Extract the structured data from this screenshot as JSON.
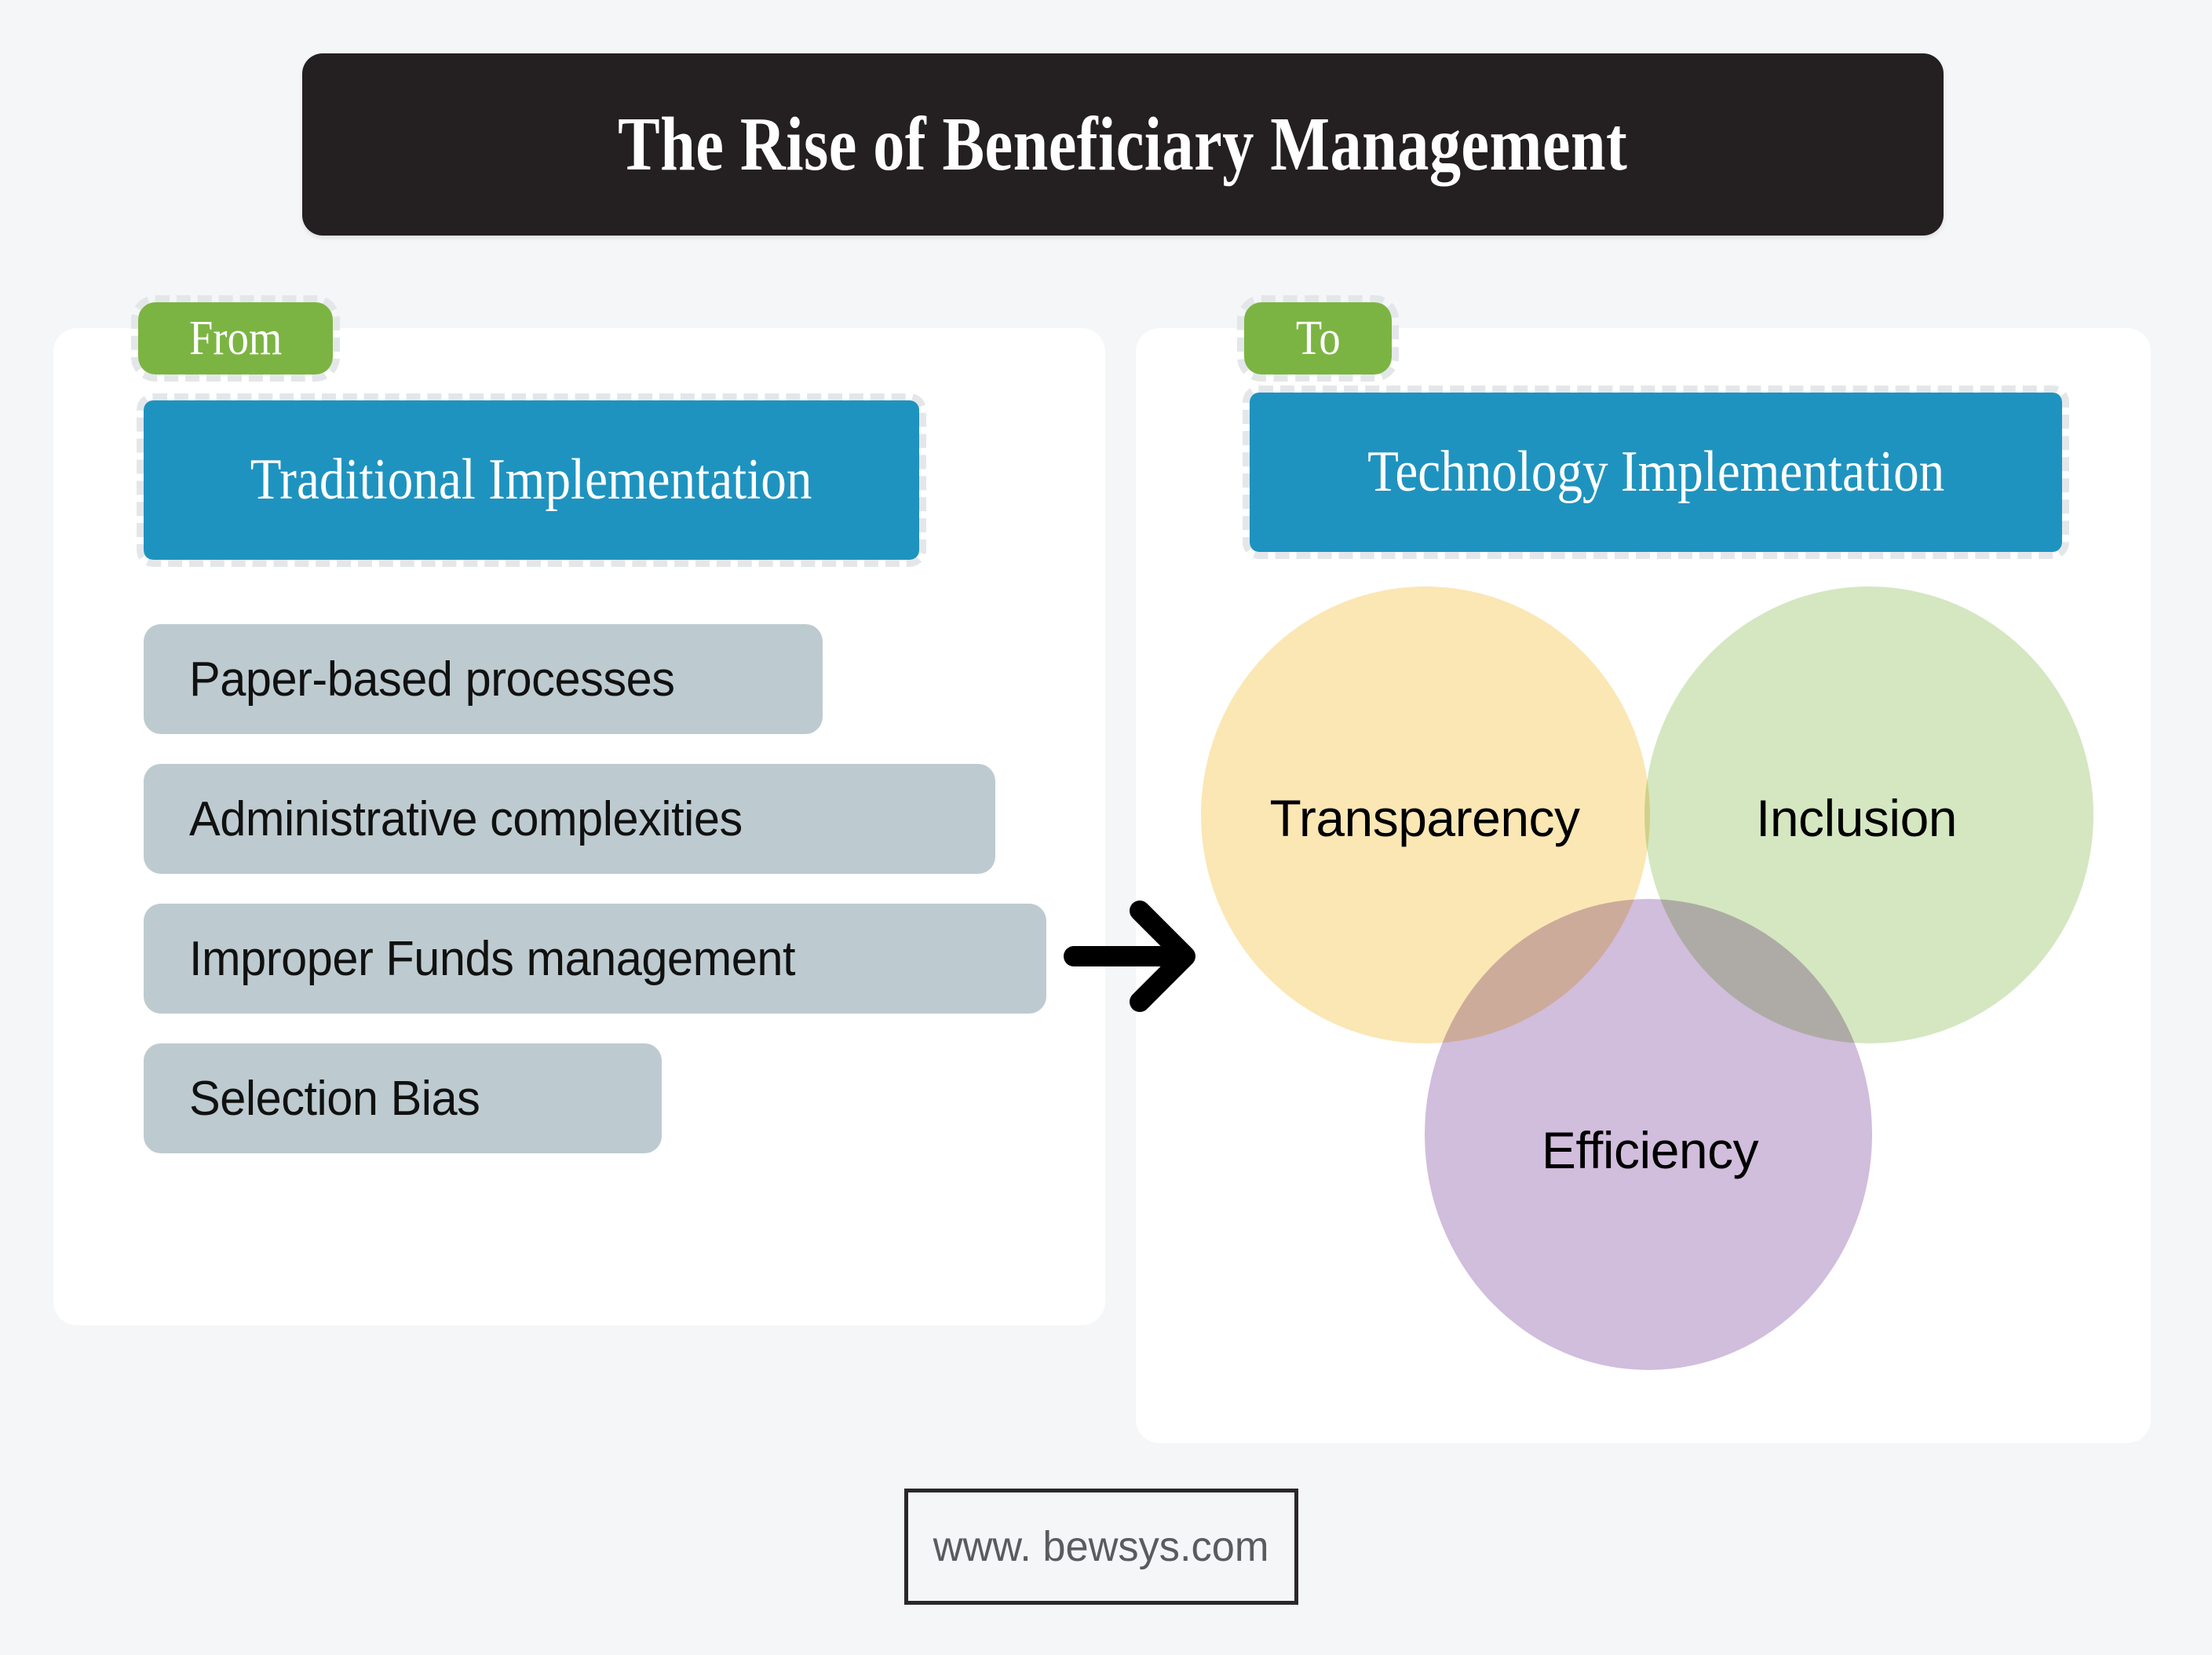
{
  "title": {
    "text": "The Rise of Beneficiary Management"
  },
  "from_panel": {
    "badge": "From",
    "header": "Traditional Implementation",
    "items": [
      "Paper-based processes",
      "Administrative complexities",
      "Improper Funds management",
      "Selection Bias"
    ]
  },
  "to_panel": {
    "badge": "To",
    "header": "Technology Implementation",
    "venn": {
      "transparency": "Transparency",
      "inclusion": "Inclusion",
      "efficiency": "Efficiency"
    }
  },
  "arrow": {
    "name": "right-arrow-icon"
  },
  "footer": {
    "website": "www. bewsys.com"
  },
  "colors": {
    "background": "#f4f6f8",
    "panel": "#ffffff",
    "title_bg": "#241f20",
    "badge_green": "#7cb443",
    "header_blue": "#1f93bf",
    "chip_grey": "#bdcbd0",
    "venn_transparency": "#fbe7b4",
    "venn_inclusion": "#d4e7c1",
    "venn_efficiency": "#d1bddc",
    "footer_border": "#2b2729",
    "dash_outline": "#e4e7ea"
  }
}
